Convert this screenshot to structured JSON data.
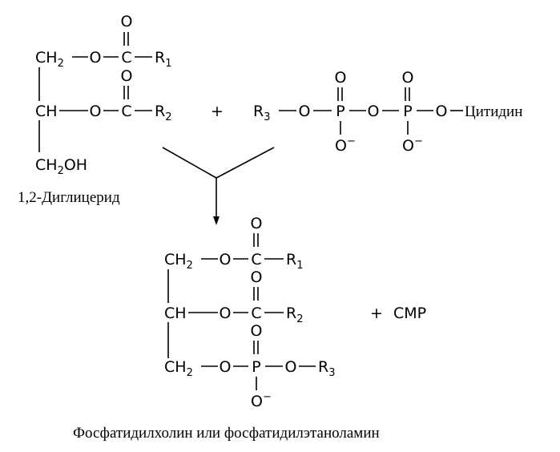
{
  "reactant1": {
    "row1": {
      "main": "CH",
      "sub1": "2",
      "mid": "O",
      "c": "C",
      "r": "R",
      "rsub": "1",
      "o": "O"
    },
    "row2": {
      "main": "CH",
      "mid": "O",
      "c": "C",
      "r": "R",
      "rsub": "2",
      "o": "O"
    },
    "row3": {
      "main": "CH",
      "sub1": "2",
      "tail": "OH"
    },
    "label": "1,2-Диглицерид"
  },
  "plus1": "+",
  "reactant2": {
    "r": "R",
    "rsub": "3",
    "o1": "O",
    "p1": "P",
    "o2": "O",
    "p2": "P",
    "o3": "O",
    "top1": "O",
    "top2": "O",
    "bot1": "O",
    "bot2": "O",
    "charge": "−",
    "end": "Цитидин"
  },
  "product": {
    "row1": {
      "main": "CH",
      "sub1": "2",
      "mid": "O",
      "c": "C",
      "r": "R",
      "rsub": "1",
      "o": "O"
    },
    "row2": {
      "main": "CH",
      "mid": "O",
      "c": "C",
      "r": "R",
      "rsub": "2",
      "o": "O"
    },
    "row3": {
      "main": "CH",
      "sub1": "2",
      "o1": "O",
      "p": "P",
      "o2": "O",
      "r": "R",
      "rsub": "3",
      "top": "O",
      "bot": "O",
      "charge": "−"
    },
    "label": "Фосфатидилхолин или фосфатидилэтаноламин"
  },
  "plus2": "+",
  "byproduct": "CMP"
}
